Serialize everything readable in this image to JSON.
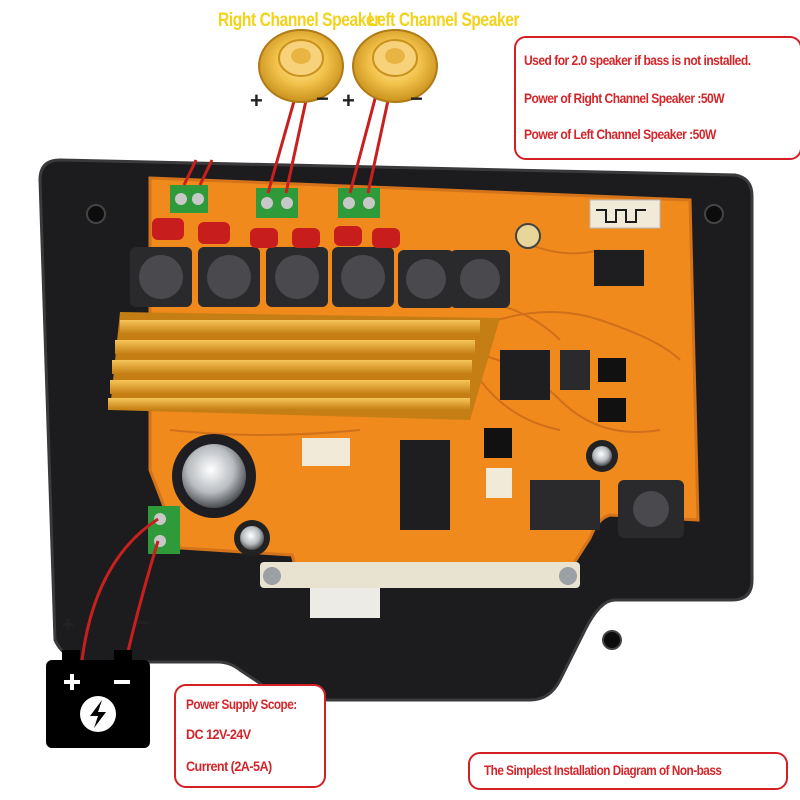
{
  "speakers": {
    "right_label": "Right Channel Speaker",
    "left_label": "Left Channel Speaker",
    "plus": "+",
    "minus": "−"
  },
  "info_box": {
    "line1": "Used for 2.0 speaker if bass is not installed.",
    "line2": "Power of Right Channel Speaker :50W",
    "line3": "Power of Left Channel Speaker :50W"
  },
  "battery": {
    "plus": "+",
    "minus": "−"
  },
  "power_box": {
    "title": "Power Supply Scope:",
    "line1": "DC 12V-24V",
    "line2": "Current (2A-5A)"
  },
  "caption": "The Simplest Installation Diagram of Non-bass",
  "colors": {
    "board": "#f08a1c",
    "heatsink": "#e8a52a",
    "wire": "#c8201e",
    "label_red": "#d4252a",
    "label_yellow": "#f3d21a",
    "terminal": "#2f9a3a"
  }
}
